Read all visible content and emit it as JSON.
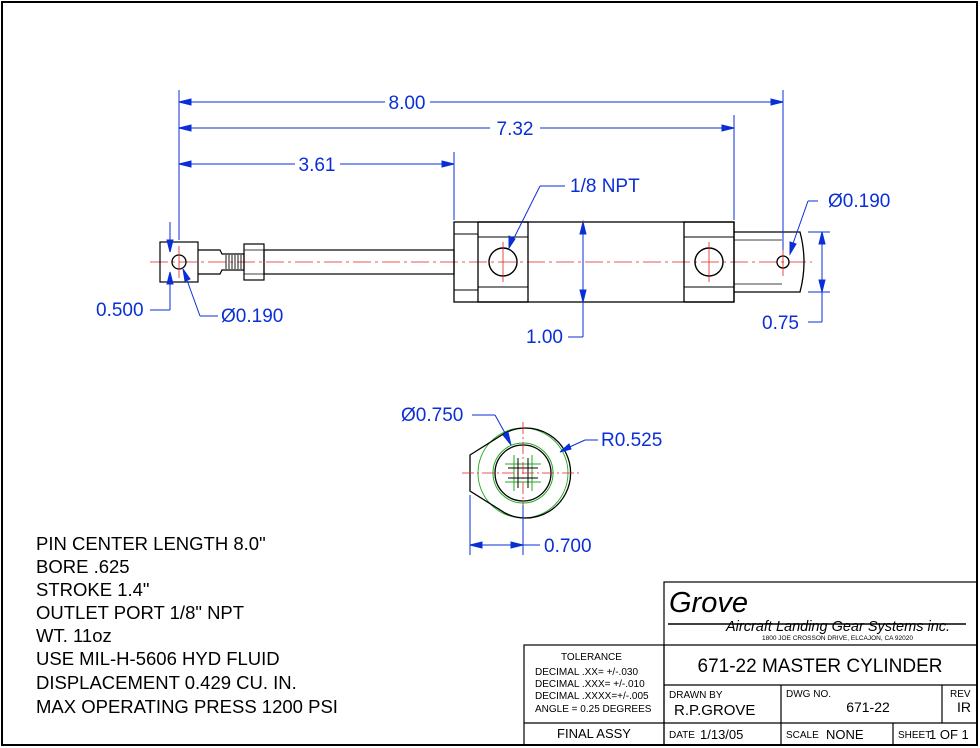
{
  "dimensions": {
    "length_overall": "8.00",
    "length_7_32": "7.32",
    "length_3_61": "3.61",
    "port_note": "1/8 NPT",
    "dia_right": "Ø0.190",
    "offset_left": "0.500",
    "dia_left": "Ø0.190",
    "body_height": "1.00",
    "clevis_width": "0.75",
    "dia_end": "Ø0.750",
    "radius_end": "R0.525",
    "end_width": "0.700"
  },
  "notes": [
    "PIN CENTER LENGTH 8.0\"",
    "BORE .625",
    "STROKE 1.4\"",
    "OUTLET PORT 1/8\" NPT",
    "WT. 11oz",
    "USE MIL-H-5606 HYD FLUID",
    "DISPLACEMENT 0.429 CU. IN.",
    "MAX OPERATING PRESS 1200 PSI"
  ],
  "title_block": {
    "company_logo": "Grove",
    "company_name": "Aircraft Landing Gear Systems inc.",
    "address": "1800 JOE CROSSON DRIVE, ELCAJON, CA 92020",
    "tolerance_title": "TOLERANCE",
    "tolerance_lines": [
      "DECIMAL  .XX=  +/-.030",
      "DECIMAL  .XXX= +/-.010",
      "DECIMAL  .XXXX=+/-.005",
      "ANGLE = 0.25 DEGREES"
    ],
    "drawing_title": "671-22 MASTER CYLINDER",
    "drawn_by_label": "DRAWN  BY",
    "drawn_by": "R.P.GROVE",
    "dwg_no_label": "DWG  NO.",
    "dwg_no": "671-22",
    "rev_label": "REV",
    "rev": "IR",
    "final_assy": "FINAL ASSY",
    "date_label": "DATE",
    "date": "1/13/05",
    "scale_label": "SCALE",
    "scale": "NONE",
    "sheet_label": "SHEET",
    "sheet": "1 OF 1"
  },
  "colors": {
    "dimension": "#0a2fd6",
    "centerline": "#e02020",
    "construction": "#22aa22",
    "outline": "#000000"
  }
}
